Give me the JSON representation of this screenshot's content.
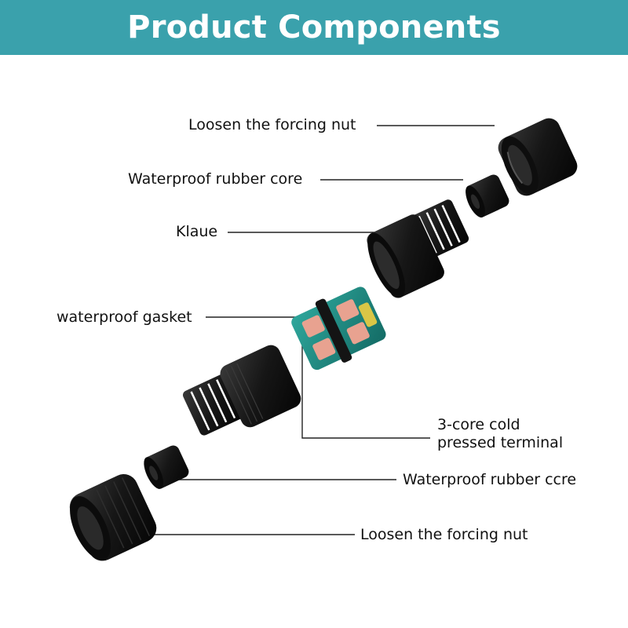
{
  "header": {
    "title": "Product Components",
    "background": "#3aa1ac"
  },
  "callouts": {
    "top_nut": "Loosen the forcing nut",
    "top_rubber_core": "Waterproof rubber core",
    "claw": "Klaue",
    "gasket": "waterproof gasket",
    "terminal": "3-core cold\npressed terminal",
    "bottom_rubber_core": "Waterproof rubber ccre",
    "bottom_nut": "Loosen the forcing nut"
  },
  "colors": {
    "part_body": "#1a1a1a",
    "terminal_body": "#1f8a82",
    "terminal_contact": "#e8a290",
    "leader_line": "#222222"
  }
}
